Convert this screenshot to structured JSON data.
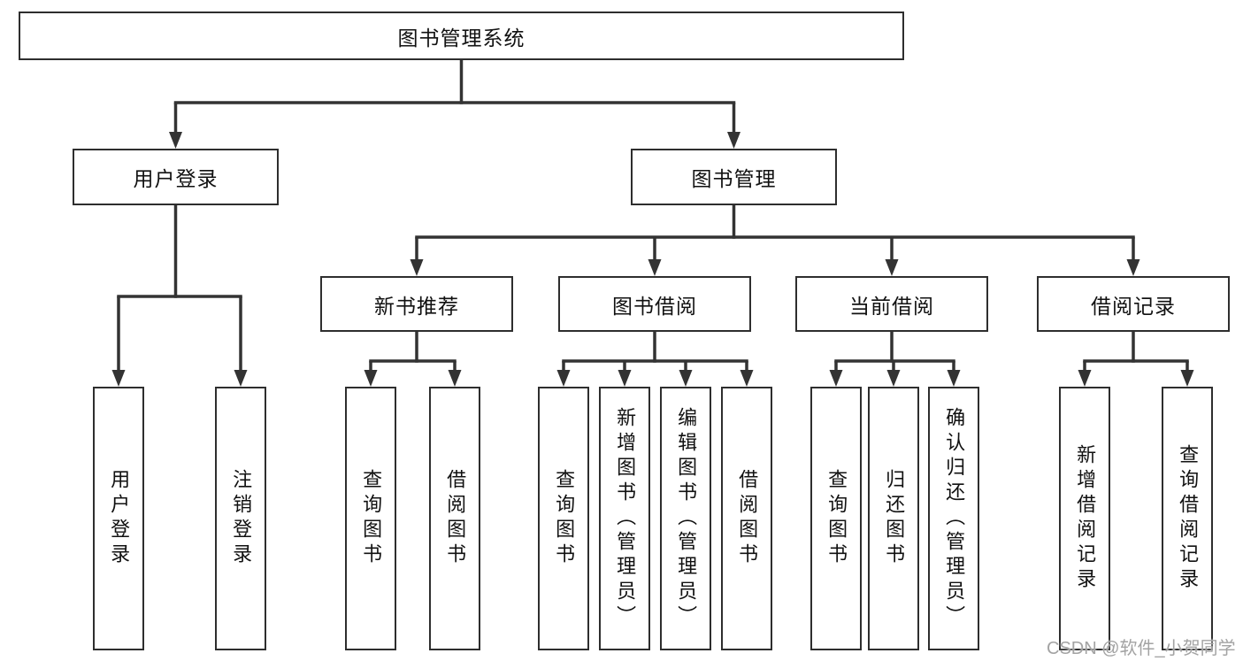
{
  "nodes": {
    "root": "图书管理系统",
    "user_login": "用户登录",
    "book_mgmt": "图书管理",
    "new_books": "新书推荐",
    "book_borrow": "图书借阅",
    "current_borrow": "当前借阅",
    "borrow_records": "借阅记录",
    "leaf_user_login": "用户登录",
    "leaf_logout": "注销登录",
    "leaf_nb_query": "查询图书",
    "leaf_nb_borrow": "借阅图书",
    "leaf_bb_query": "查询图书",
    "leaf_bb_add": "新增图书（管理员）",
    "leaf_bb_edit": "编辑图书（管理员）",
    "leaf_bb_borrow": "借阅图书",
    "leaf_cb_query": "查询图书",
    "leaf_cb_return": "归还图书",
    "leaf_cb_confirm": "确认归还（管理员）",
    "leaf_br_add": "新增借阅记录",
    "leaf_br_query": "查询借阅记录"
  },
  "watermark": "CSDN @软件_小贺同学",
  "colors": {
    "line": "#333333",
    "border": "#2e2e2e",
    "fill": "#ffffff",
    "text": "#111111",
    "watermark": "#a3a3a3"
  }
}
